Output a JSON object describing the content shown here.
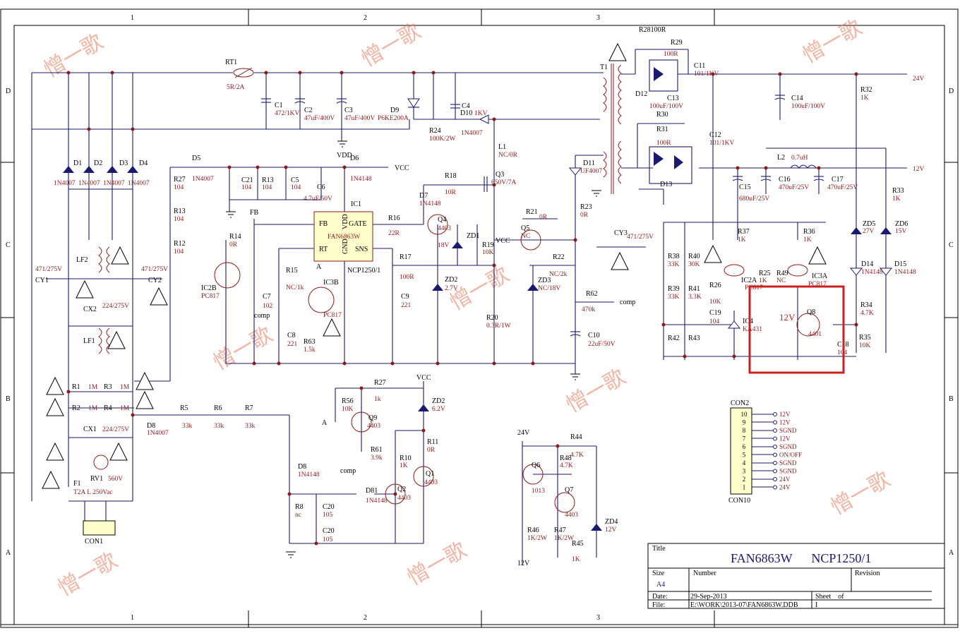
{
  "title_block": {
    "title_label": "Title",
    "title": "FAN6863W      NCP1250/1",
    "size_label": "Size",
    "size": "A4",
    "number_label": "Number",
    "revision_label": "Revision",
    "date_label": "Date:",
    "date": "29-Sep-2013",
    "file_label": "File:",
    "file": "E:\\WORK\\2013-07\\FAN6863W.DDB",
    "sheet_label": "Sheet    of",
    "drawn_by": "I"
  },
  "frame": {
    "columns": [
      "1",
      "2",
      "3"
    ],
    "rows": [
      "D",
      "C",
      "B",
      "A"
    ]
  },
  "watermark": "憎一歌",
  "highlight": {
    "label": "12V",
    "color": "#cc1f1f"
  },
  "components": {
    "R1": "R1",
    "R1v": "1M",
    "R2": "R2",
    "R2v": "1M",
    "R3": "R3",
    "R3v": "1M",
    "R4": "R4",
    "R4v": "1M",
    "R5": "R5",
    "R5v": "33k",
    "R6": "R6",
    "R6v": "33k",
    "R7": "R7",
    "R7v": "33k",
    "R8": "R8",
    "R8v": "nc",
    "RT1": "RT1",
    "RT1v": "5R/2A",
    "C1": "C1",
    "C1v": "472/1KV",
    "C2": "C2",
    "C2v": "47uF/400V",
    "C3": "C3",
    "C3v": "47uF/400V",
    "C4": "C4",
    "C4v": "1KV",
    "D9": "D9",
    "D9v": "P6KE200A",
    "R24": "R24",
    "R24v": "100K/2W",
    "D10": "D10",
    "D10v": "1N4007",
    "T1": "T1",
    "R28": "R28100R",
    "R29": "R29",
    "R29v": "100R",
    "C11": "C11",
    "C11v": "101/1KV",
    "D12": "D12",
    "C13": "C13",
    "C13v": "100uF/100V",
    "C14": "C14",
    "C14v": "100uF/100V",
    "R30": "R30",
    "R31": "R31",
    "R31v": "100R",
    "C12": "C12",
    "C12v": "101/1KV",
    "D13": "D13",
    "L2": "L2",
    "L2v": "0.7uH",
    "C15": "C15",
    "C15v": "680uF/25V",
    "C16": "C16",
    "C16v": "470uF/25V",
    "C17": "C17",
    "C17v": "470uF/25V",
    "R32": "R32",
    "R32v": "1K",
    "R33": "R33",
    "R33v": "1K",
    "ZD5": "ZD5",
    "ZD5v": "27V",
    "ZD6": "ZD6",
    "ZD6v": "15V",
    "D14": "D14",
    "D14v": "1N4148",
    "D15": "D15",
    "D15v": "1N4148",
    "R34": "R34",
    "R34v": "4.7K",
    "R35": "R35",
    "R35v": "10K",
    "Q8": "Q8",
    "Q8v": "4401",
    "C18": "C18",
    "C18v": "104",
    "D1": "D1",
    "D2": "D2",
    "D3": "D3",
    "D4": "D4",
    "D1v": "1N4007",
    "D5": "D5",
    "D5v": "1N4007",
    "D6": "D6",
    "D6v": "1N4148",
    "VDD": "VDD",
    "VCC": "VCC",
    "R27": "R27",
    "R27v": "104",
    "R13a": "R13",
    "R13av": "104",
    "R12": "R12",
    "R12v": "104",
    "C21": "C21",
    "C21v": "104",
    "R13b": "R13",
    "R13bv": "104",
    "C5": "C5",
    "C5v": "104",
    "C6": "C6",
    "C6v": "4.7uF/50V",
    "IC1": "IC1",
    "IC1v": "FAN6863W",
    "IC1alt": "NCP1250/1",
    "pinFB": "FB",
    "pinGATE": "GATE",
    "pinRT": "RT",
    "pinSNS": "SNS",
    "pinVDD": "VDD",
    "pinGND": "GND",
    "FB": "FB",
    "R14": "R14",
    "R14v": "0R",
    "IC2B": "IC2B",
    "IC2Bv": "PC817",
    "R15": "R15",
    "R15v": "NC/1k",
    "IC3B": "IC3B",
    "IC3Bv": "PC817",
    "C7": "C7",
    "C7v": "102",
    "C8": "C8",
    "C8v": "221",
    "R63": "R63",
    "R63v": "1.5k",
    "comp": "comp",
    "R16": "R16",
    "R16v": "22R",
    "R17": "R17",
    "R17v": "100R",
    "C9": "C9",
    "C9v": "221",
    "D7": "D7",
    "D7v": "1N4148",
    "R18": "R18",
    "R18v": "10R",
    "Q4": "Q4",
    "Q4v": "4403",
    "ZD1": "ZD1",
    "ZD1v": "18V",
    "ZD2": "ZD2",
    "ZD2v": "2.7V",
    "R19": "R19",
    "R19v": "10K",
    "L1": "L1",
    "L1v": "NC/0R",
    "Q3": "Q3",
    "Q3v": "650V/7A",
    "R20": "R20",
    "R20v": "0.3R/1W",
    "R21": "R21",
    "R21v": "0R",
    "Q5": "Q5",
    "Q5v": "NC",
    "R22": "R22",
    "R22v": "NC/2k",
    "ZD3": "ZD3",
    "ZD3v": "NC/18V",
    "R23": "R23",
    "R23v": "0R",
    "D11": "D11",
    "D11v": "UF4007",
    "R62": "R62",
    "R62v": "470k",
    "C10": "C10",
    "C10v": "22uF/50V",
    "CY3": "CY3",
    "CY3v": "471/275V",
    "R38": "R38",
    "R38v": "33K",
    "R39": "R39",
    "R39v": "33K",
    "R40": "R40",
    "R40v": "30K",
    "R41": "R41",
    "R41v": "3.3K",
    "R37": "R37",
    "R37v": "1K",
    "R36": "R36",
    "R36v": "1K",
    "R26": "R26",
    "R26v": "10K",
    "C19": "C19",
    "C19v": "104",
    "IC4": "IC4",
    "IC4v": "KA431",
    "R42": "R42",
    "R43": "R43",
    "R25": "R25",
    "R25v": "1K",
    "R49": "R49",
    "R49v": "NC",
    "IC2A": "IC2A",
    "IC3A": "IC3A",
    "PC817": "PC817",
    "LF2": "LF2",
    "LF1": "LF1",
    "CY1": "CY1",
    "CY1v": "471/275V",
    "CY2": "CY2",
    "CY2v": "471/275V",
    "CX2": "CX2",
    "CX2v": "224/275V",
    "CX1": "CX1",
    "CX1v": "224/275V",
    "RV1": "RV1",
    "RV1v": "560V",
    "F1": "F1",
    "F1v": "T2A L 250Vac",
    "CON1": "CON1",
    "D8": "D8",
    "D8v": "1N4007",
    "D8b": "D8",
    "D8bv": "1N4148",
    "C20a": "C20",
    "C20av": "105",
    "C20b": "C20",
    "C20bv": "105",
    "R27b": "R27",
    "R27bv": "1k",
    "R56": "R56",
    "R56v": "10K",
    "Q9": "Q9",
    "Q9v": "4403",
    "R61": "R61",
    "R61v": "3.9k",
    "ZD2b": "ZD2",
    "ZD2bv": "6.2V",
    "R11": "R11",
    "R11v": "0R",
    "R10": "R10",
    "R10v": "1K",
    "Q1": "Q1",
    "Q1v": "4403",
    "Q2": "Q2",
    "Q2v": "4403",
    "D81": "D81",
    "D81v": "1N4148",
    "A": "A",
    "Q6": "Q6",
    "Q6v": "1013",
    "Q7": "Q7",
    "Q7v": "4403",
    "R44": "R44",
    "R44v": "4.7K",
    "R48": "R48",
    "R48v": "4.7K",
    "R46": "R46",
    "R46v": "1K/2W",
    "R47": "R47",
    "R47v": "1K/2W",
    "R45": "R45",
    "R45v": "1K",
    "ZD4": "ZD4",
    "ZD4v": "12V",
    "v24": "24V",
    "v12": "12V",
    "CON2": "CON2",
    "CON10": "CON10"
  },
  "connector_pins": [
    {
      "num": "10",
      "sig": "12V"
    },
    {
      "num": "9",
      "sig": "12V"
    },
    {
      "num": "8",
      "sig": "SGND"
    },
    {
      "num": "7",
      "sig": "12V"
    },
    {
      "num": "6",
      "sig": "SGND"
    },
    {
      "num": "5",
      "sig": "ON/OFF"
    },
    {
      "num": "4",
      "sig": "SGND"
    },
    {
      "num": "3",
      "sig": "SGND"
    },
    {
      "num": "2",
      "sig": "24V"
    },
    {
      "num": "1",
      "sig": "24V"
    }
  ],
  "nets": {
    "out24": "24V",
    "out12": "12V"
  }
}
